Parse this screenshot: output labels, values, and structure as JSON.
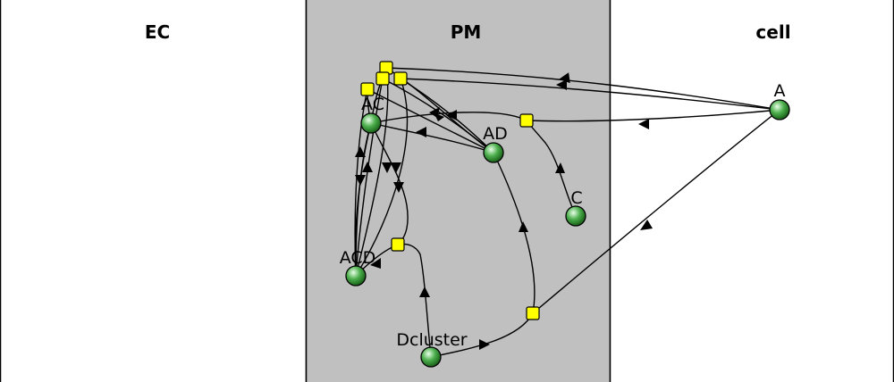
{
  "compartments": [
    {
      "id": "EC",
      "label": "EC",
      "fill": "#ffffff"
    },
    {
      "id": "PM",
      "label": "PM",
      "fill": "#c0c0c0"
    },
    {
      "id": "cell",
      "label": "cell",
      "fill": "#ffffff"
    }
  ],
  "species": [
    {
      "id": "A",
      "label": "A"
    },
    {
      "id": "AC",
      "label": "AC"
    },
    {
      "id": "AD",
      "label": "AD"
    },
    {
      "id": "C",
      "label": "C"
    },
    {
      "id": "ACD",
      "label": "ACD"
    },
    {
      "id": "Dcluster",
      "label": "Dcluster"
    }
  ],
  "colors": {
    "reaction_fill": "#ffff00",
    "species_highlight": "#e8ffe8",
    "species_mid": "#4cae4c",
    "species_dark": "#0b4d0b",
    "edge": "#000000"
  }
}
